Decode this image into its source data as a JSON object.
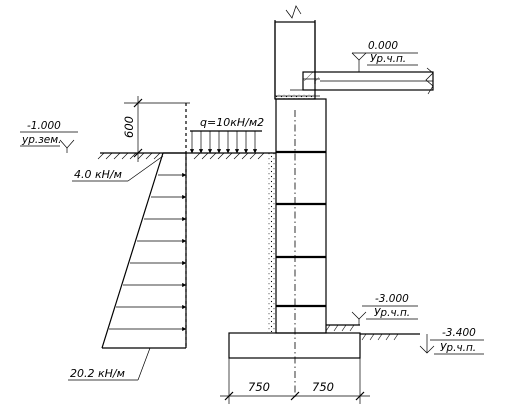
{
  "labels": {
    "load_q": "q=10кН/м2",
    "load_top": "4.0 кН/м",
    "load_bottom": "20.2 кН/м",
    "dim_600": "600",
    "dim_left": "750",
    "dim_right": "750"
  },
  "levels": [
    {
      "value": "0.000",
      "sub": "Ур.ч.п."
    },
    {
      "value": "-1.000",
      "sub": "ур.зем."
    },
    {
      "value": "-3.000",
      "sub": "Ур.ч.п."
    },
    {
      "value": "-3.400",
      "sub": "Ур.ч.п."
    }
  ]
}
